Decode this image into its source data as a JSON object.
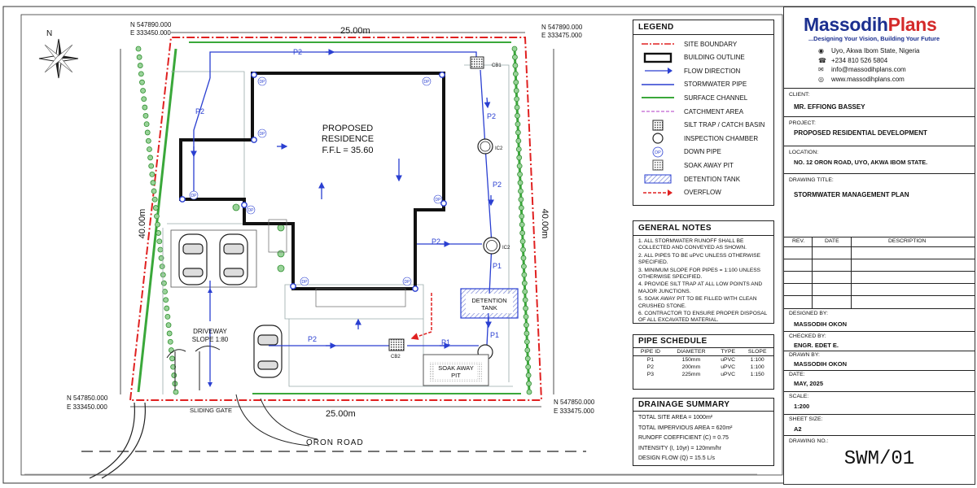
{
  "plan": {
    "north_label": "N",
    "top_left_coord": [
      "N 547890.000",
      "E 333450.000"
    ],
    "top_right_coord": [
      "N 547890.000",
      "E 333475.000"
    ],
    "bottom_left_coord": [
      "N 547850.000",
      "E 333450.000"
    ],
    "bottom_right_coord": [
      "N 547850.000",
      "E 333475.000"
    ],
    "top_dimension": "25.00m",
    "bottom_dimension": "25.00m",
    "left_dimension": "40.00m",
    "right_dimension": "40.00m",
    "building_title": [
      "PROPOSED",
      "RESIDENCE",
      "F.F.L = 35.60"
    ],
    "driveway_label": [
      "DRIVEWAY",
      "SLOPE 1:80"
    ],
    "gate_label": "SLIDING GATE",
    "road_label": "ORON  ROAD",
    "detention_label": [
      "DETENTION",
      "TANK"
    ],
    "soakaway_label": [
      "SOAK AWAY",
      "PIT"
    ],
    "catch_basins": [
      "CB1",
      "CB2"
    ],
    "inspection_chambers": [
      "IC2",
      "IC2"
    ],
    "downpipe_label": "DP",
    "pipe_labels": [
      "P2",
      "P2",
      "P2",
      "P2",
      "P2",
      "P1",
      "P1",
      "P1",
      "P2"
    ]
  },
  "legend": {
    "title": "LEGEND",
    "items": [
      {
        "label": "SITE BOUNDARY",
        "icon": "boundary-line"
      },
      {
        "label": "BUILDING OUTLINE",
        "icon": "building-outline"
      },
      {
        "label": "FLOW DIRECTION",
        "icon": "flow-arrow"
      },
      {
        "label": "STORMWATER PIPE",
        "icon": "pipe-line"
      },
      {
        "label": "SURFACE CHANNEL",
        "icon": "channel-line"
      },
      {
        "label": "CATCHMENT AREA",
        "icon": "catchment-line"
      },
      {
        "label": "SILT TRAP / CATCH BASIN",
        "icon": "grate-square"
      },
      {
        "label": "INSPECTION CHAMBER",
        "icon": "circle"
      },
      {
        "label": "DOWN PIPE",
        "icon": "dp-circle"
      },
      {
        "label": "SOAK AWAY PIT",
        "icon": "hatched-square"
      },
      {
        "label": "DETENTION TANK",
        "icon": "hatched-rect"
      },
      {
        "label": "OVERFLOW",
        "icon": "overflow-arrow"
      }
    ]
  },
  "general_notes": {
    "title": "GENERAL NOTES",
    "items": [
      "1. ALL STORMWATER RUNOFF SHALL BE COLLECTED AND CONVEYED AS SHOWN.",
      "2. ALL PIPES TO BE uPVC UNLESS OTHERWISE SPECIFIED.",
      "3. MINIMUM SLOPE FOR PIPES = 1:100 UNLESS OTHERWISE SPECIFIED.",
      "4. PROVIDE SILT TRAP AT ALL LOW POINTS AND MAJOR JUNCTIONS.",
      "5. SOAK AWAY PIT TO BE FILLED WITH CLEAN CRUSHED STONE.",
      "6. CONTRACTOR TO ENSURE PROPER DISPOSAL OF ALL EXCAVATED MATERIAL."
    ]
  },
  "pipe_schedule": {
    "title": "PIPE SCHEDULE",
    "headers": [
      "PIPE ID",
      "DIAMETER",
      "TYPE",
      "SLOPE"
    ],
    "rows": [
      [
        "P1",
        "150mm",
        "uPVC",
        "1:100"
      ],
      [
        "P2",
        "200mm",
        "uPVC",
        "1:100"
      ],
      [
        "P3",
        "225mm",
        "uPVC",
        "1:150"
      ]
    ]
  },
  "drainage_summary": {
    "title": "DRAINAGE SUMMARY",
    "items": [
      "TOTAL SITE AREA = 1000m²",
      "TOTAL IMPERVIOUS AREA = 620m²",
      "RUNOFF COEFFICIENT (C) = 0.75",
      "INTENSITY (I, 10yr) = 120mm/hr",
      "DESIGN FLOW (Q) = 15.5 L/s"
    ]
  },
  "title_block": {
    "brand_a": "Massodih",
    "brand_b": "Plans",
    "tagline": "...Designing Your Vision, Building Your Future",
    "contacts": [
      {
        "icon": "location-icon",
        "text": "Uyo, Akwa Ibom State, Nigeria"
      },
      {
        "icon": "phone-icon",
        "text": "+234 810 526 5804"
      },
      {
        "icon": "email-icon",
        "text": "info@massodihplans.com"
      },
      {
        "icon": "globe-icon",
        "text": "www.massodihplans.com"
      }
    ],
    "client_label": "CLIENT:",
    "client": "MR. EFFIONG BASSEY",
    "project_label": "PROJECT:",
    "project": "PROPOSED RESIDENTIAL DEVELOPMENT",
    "location_label": "LOCATION:",
    "location": "NO. 12 ORON ROAD, UYO, AKWA IBOM STATE.",
    "drawing_title_label": "DRAWING TITLE:",
    "drawing_title": "STORMWATER MANAGEMENT PLAN",
    "rev_headers": [
      "REV.",
      "DATE",
      "DESCRIPTION"
    ],
    "designed_by_label": "DESIGNED BY:",
    "designed_by": "MASSODIH OKON",
    "checked_by_label": "CHECKED BY:",
    "checked_by": "ENGR. EDET E.",
    "drawn_by_label": "DRAWN BY:",
    "drawn_by": "MASSODIH OKON",
    "date_label": "DATE:",
    "date": "MAY, 2025",
    "scale_label": "SCALE:",
    "scale": "1:200",
    "sheet_size_label": "SHEET SIZE:",
    "sheet_size": "A2",
    "drawing_no_label": "DRAWING NO.:",
    "drawing_no": "SWM/01"
  },
  "colors": {
    "boundary": "#e02020",
    "pipe": "#2a3fd1",
    "channel": "#3aa83a",
    "catchment": "#c060d0",
    "brand_blue": "#1b2f8f",
    "brand_red": "#d42a2a"
  }
}
